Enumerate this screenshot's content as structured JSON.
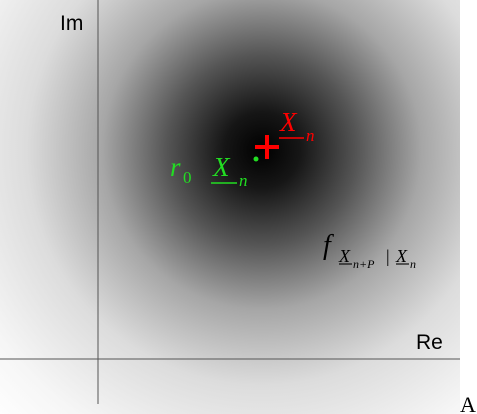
{
  "axes": {
    "imaginary_label": "Im",
    "real_label": "Re"
  },
  "annotations": {
    "center_label": {
      "symbol": "X",
      "subscript": "n"
    },
    "scaled_label": {
      "prefix": "r",
      "prefix_subscript": "0",
      "symbol": "X",
      "subscript": "n"
    },
    "density_label": {
      "function": "f",
      "cond_symbol": "X",
      "cond_subscript": "n+P",
      "separator": "|",
      "given_symbol": "X",
      "given_subscript": "n"
    }
  },
  "corner_label": "A",
  "colors": {
    "center": "#ff0000",
    "scaled": "#22dd22",
    "axis": "#555555",
    "text": "#000000"
  }
}
